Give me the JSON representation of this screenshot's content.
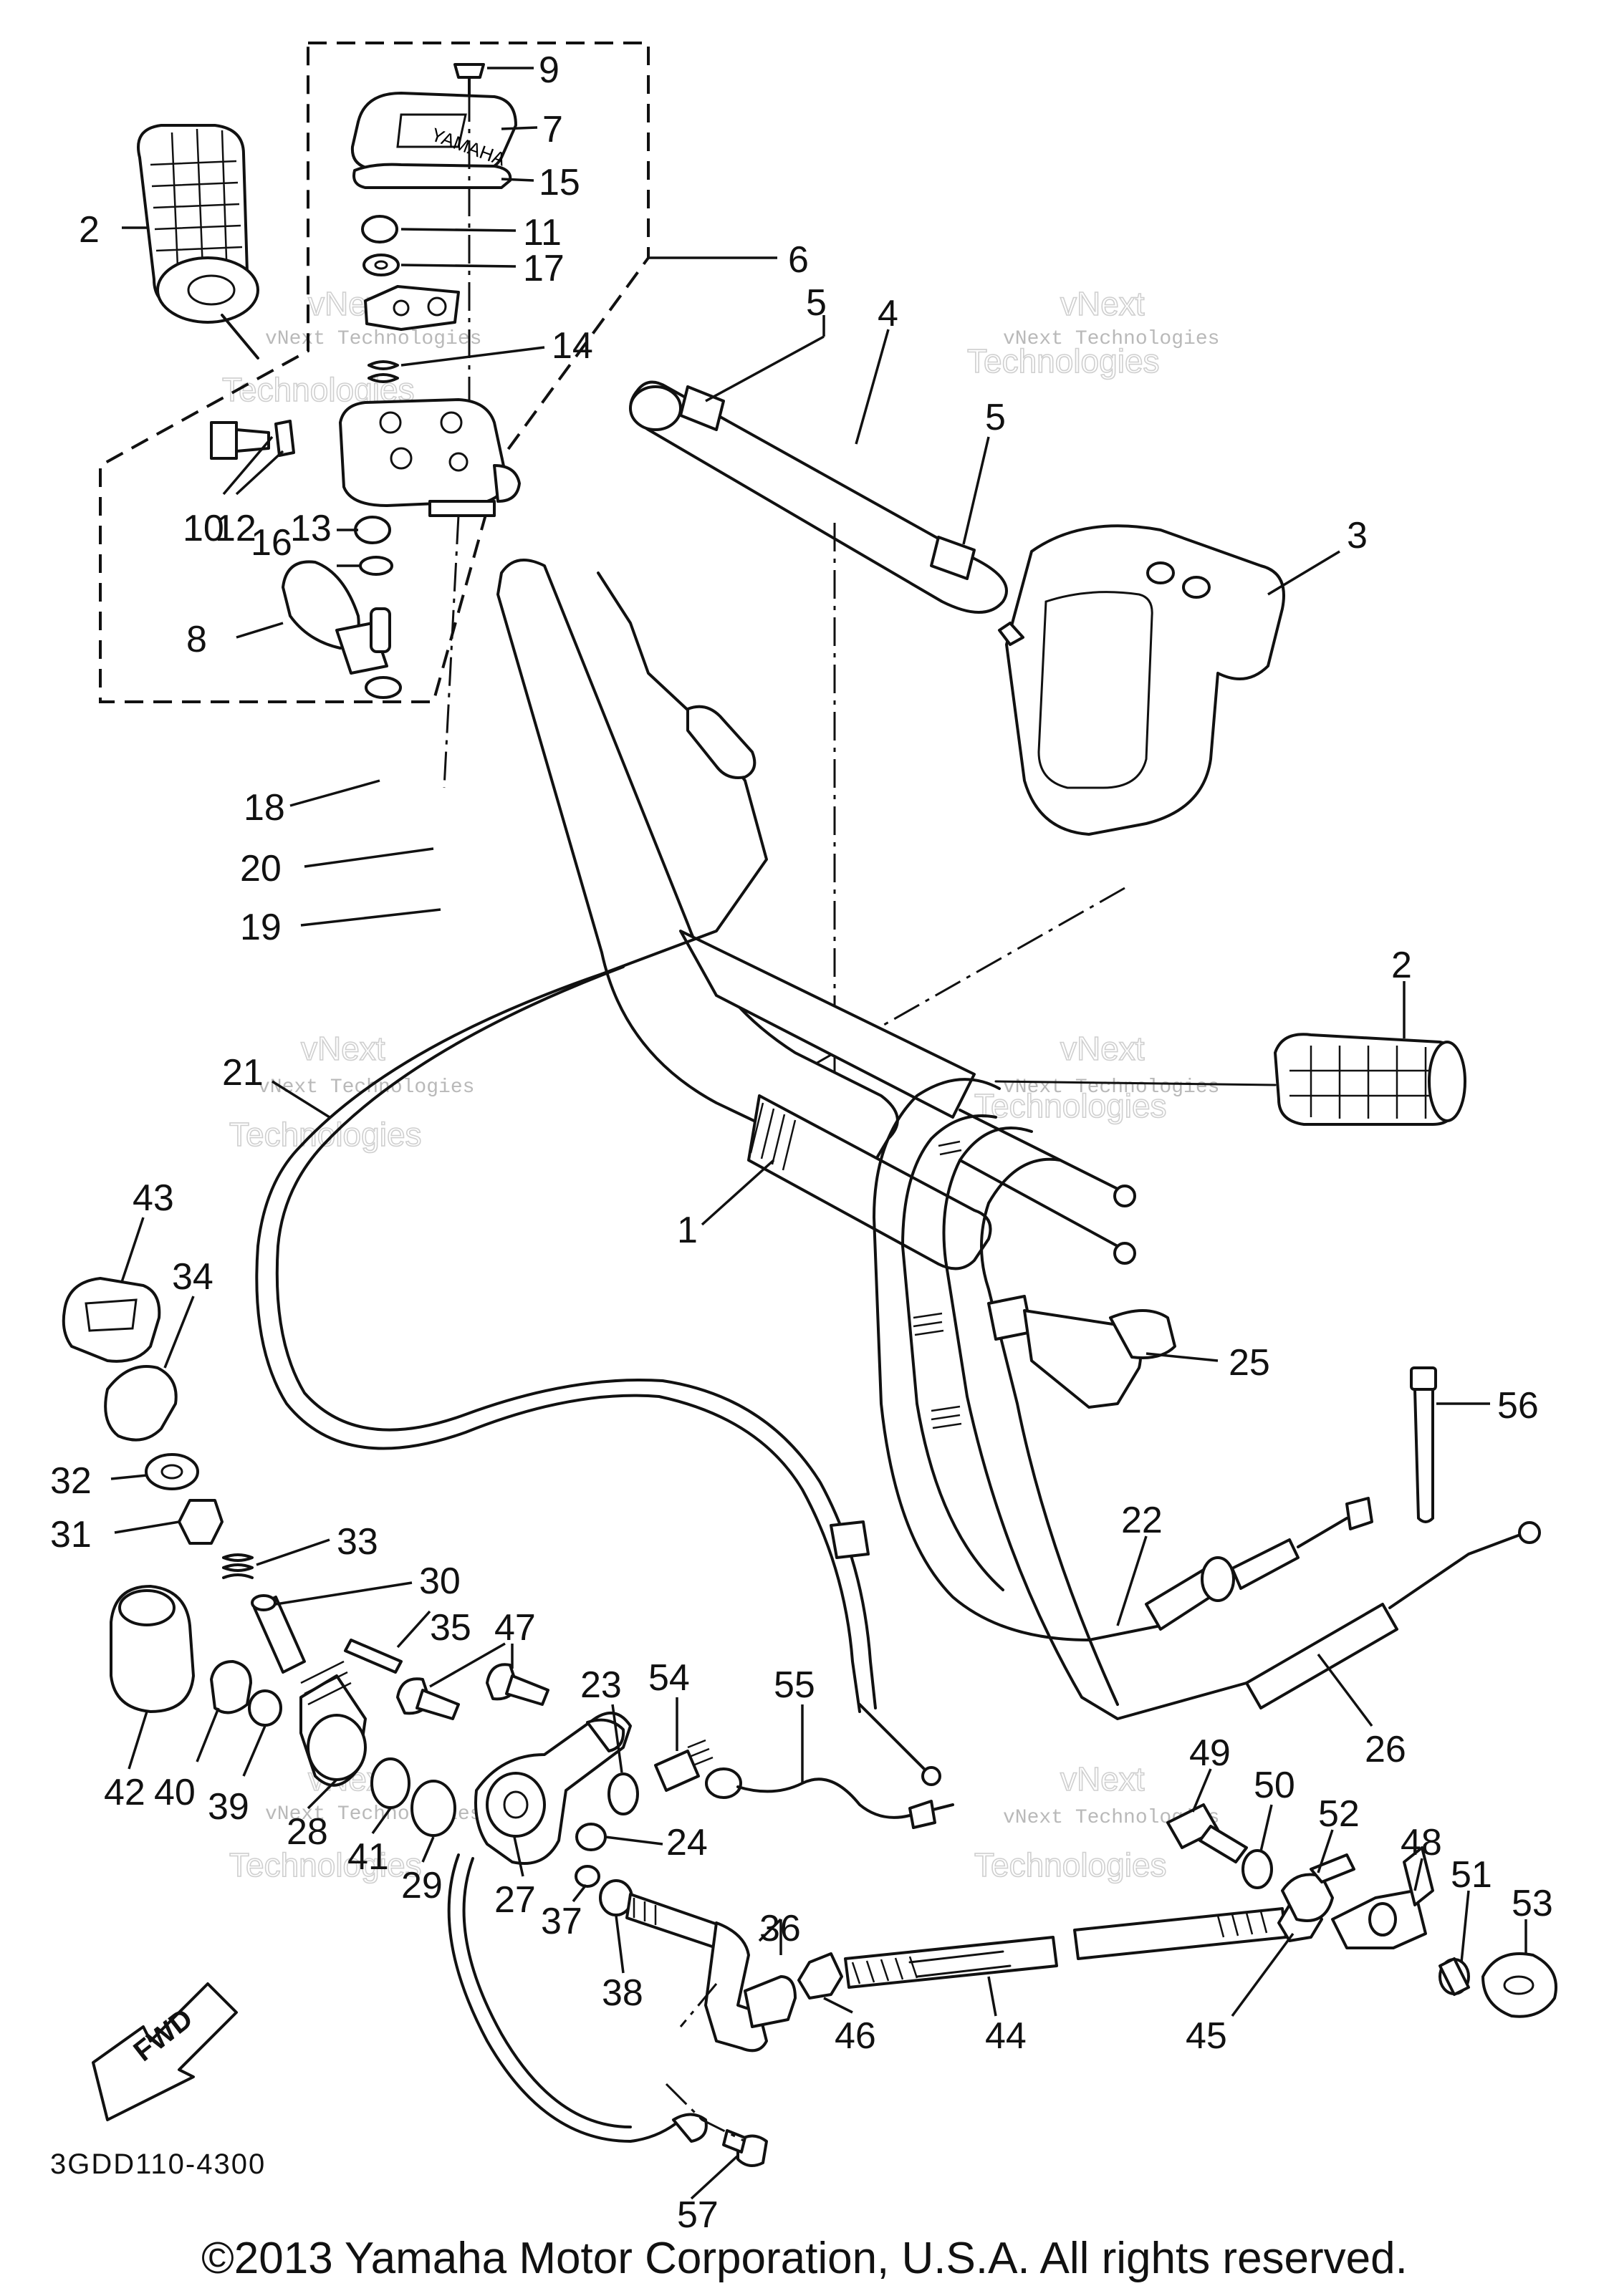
{
  "diagram": {
    "drawing_number": "3GDD110-4300",
    "direction_marker": "FWD",
    "callouts": [
      "1",
      "2",
      "3",
      "4",
      "5",
      "6",
      "7",
      "8",
      "9",
      "10",
      "11",
      "12",
      "13",
      "14",
      "15",
      "16",
      "17",
      "18",
      "19",
      "20",
      "21",
      "22",
      "23",
      "24",
      "25",
      "26",
      "27",
      "28",
      "29",
      "30",
      "31",
      "32",
      "33",
      "34",
      "35",
      "36",
      "37",
      "38",
      "39",
      "40",
      "41",
      "42",
      "43",
      "44",
      "45",
      "46",
      "47",
      "48",
      "49",
      "50",
      "51",
      "52",
      "53",
      "54",
      "55",
      "56",
      "57"
    ],
    "watermark": {
      "line1": "vNext Technologies",
      "line2": "vNext",
      "line3": "Technologies"
    },
    "cover_lettering": "YAMAHA"
  },
  "footer": {
    "copyright": "©2013 Yamaha Motor Corporation, U.S.A. All rights reserved."
  }
}
